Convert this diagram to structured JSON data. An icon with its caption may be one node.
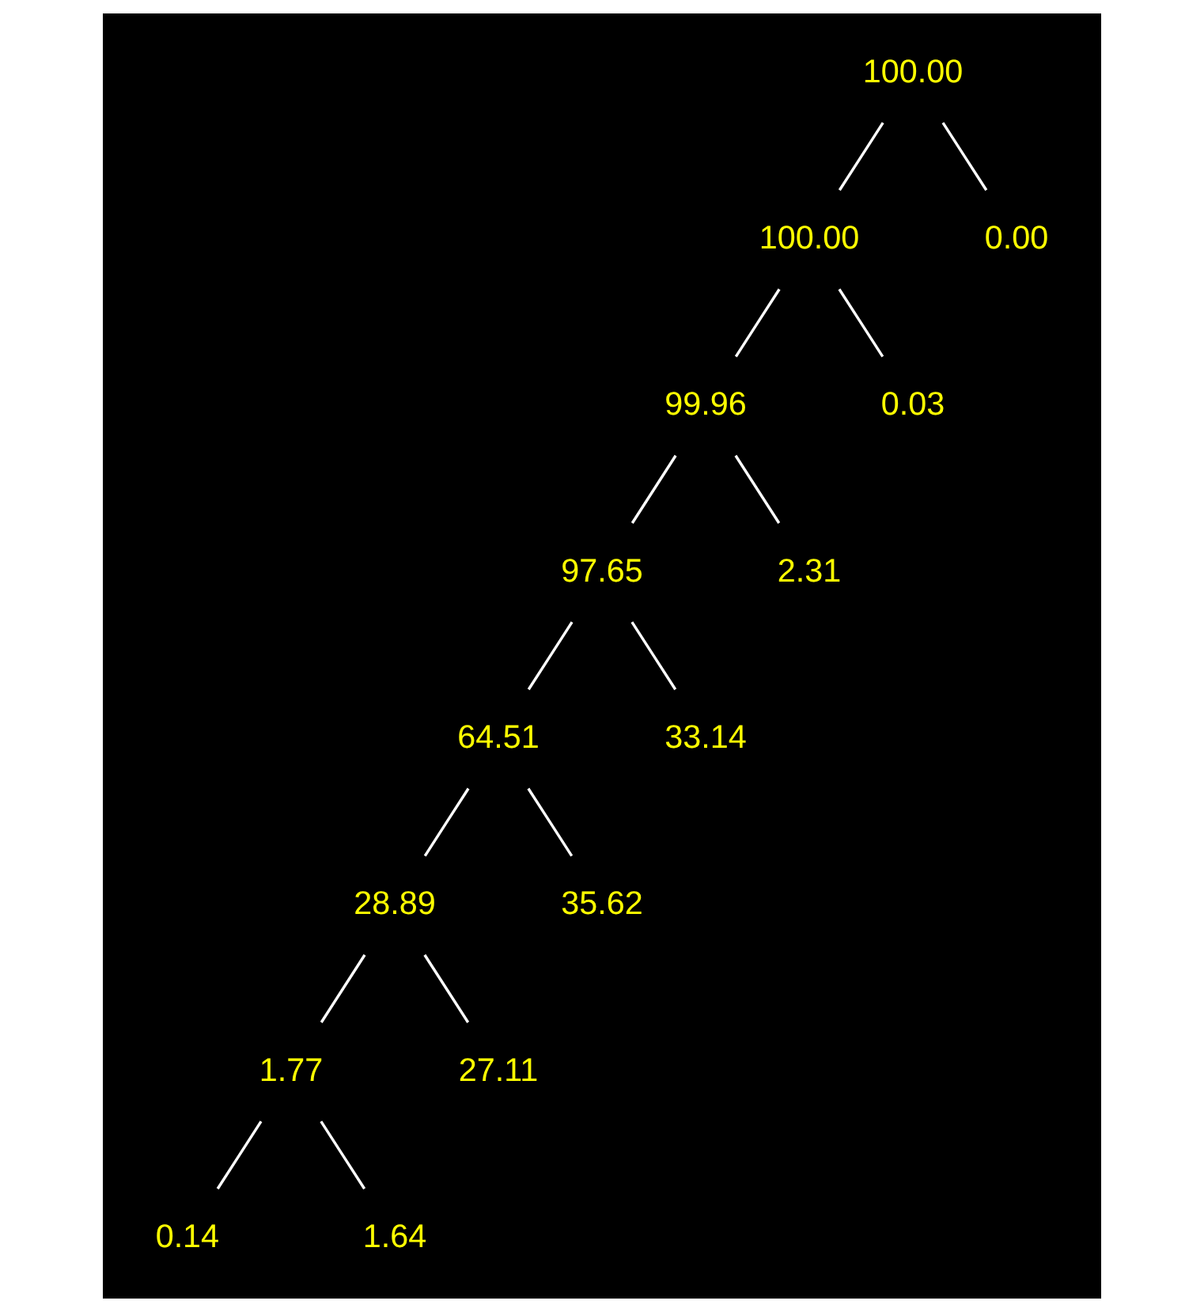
{
  "diagram": {
    "nodes": [
      {
        "text": [
          "100.00"
        ]
      },
      {
        "text": [
          "100.00"
        ]
      },
      {
        "text": [
          "0.00"
        ]
      },
      {
        "text": [
          "99.96"
        ]
      },
      {
        "text": [
          "0.03"
        ]
      },
      {
        "text": [
          "97.65"
        ]
      },
      {
        "text": [
          "2.31"
        ]
      },
      {
        "text": [
          "64.51"
        ]
      },
      {
        "text": [
          "33.14"
        ]
      },
      {
        "text": [
          "28.89"
        ]
      },
      {
        "text": [
          "35.62"
        ]
      },
      {
        "text": [
          "1.77"
        ]
      },
      {
        "text": [
          "27.11"
        ]
      },
      {
        "text": [
          "0.14"
        ]
      },
      {
        "text": [
          "1.64"
        ]
      }
    ],
    "edges": [
      {
        "from": 0,
        "to": 1,
        "arrow": "none"
      },
      {
        "from": 0,
        "to": 2,
        "arrow": "none"
      },
      {
        "from": 1,
        "to": 3,
        "arrow": "none"
      },
      {
        "from": 1,
        "to": 4,
        "arrow": "none"
      },
      {
        "from": 3,
        "to": 5,
        "arrow": "none"
      },
      {
        "from": 3,
        "to": 6,
        "arrow": "none"
      },
      {
        "from": 5,
        "to": 7,
        "arrow": "none"
      },
      {
        "from": 5,
        "to": 8,
        "arrow": "none"
      },
      {
        "from": 7,
        "to": 9,
        "arrow": "none"
      },
      {
        "from": 7,
        "to": 10,
        "arrow": "none"
      },
      {
        "from": 9,
        "to": 11,
        "arrow": "none"
      },
      {
        "from": 9,
        "to": 12,
        "arrow": "none"
      },
      {
        "from": 11,
        "to": 13,
        "arrow": "none"
      },
      {
        "from": 11,
        "to": 14,
        "arrow": "none"
      }
    ]
  }
}
